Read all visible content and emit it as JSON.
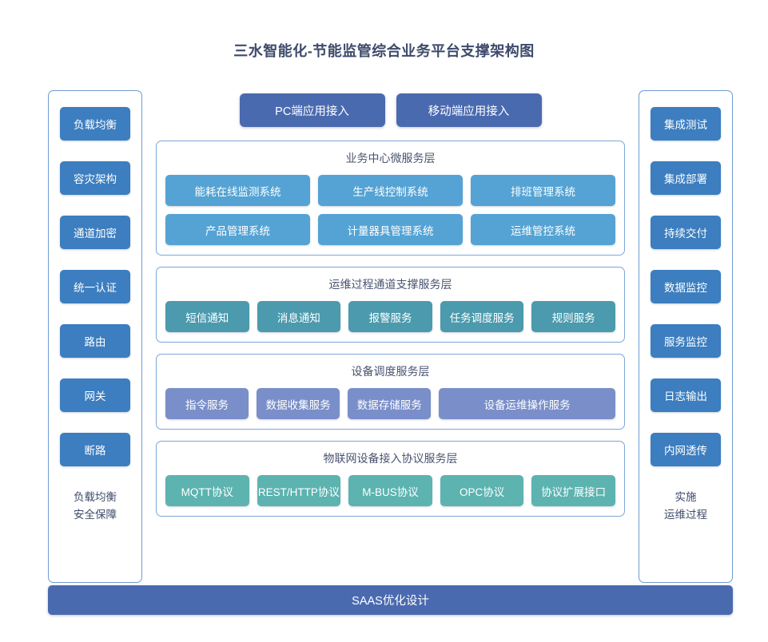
{
  "title": "三水智能化-节能监管综合业务平台支撑架构图",
  "left_column": {
    "chips": [
      {
        "label": "负载均衡"
      },
      {
        "label": "容灾架构"
      },
      {
        "label": "通道加密"
      },
      {
        "label": "统一认证"
      },
      {
        "label": "路由"
      },
      {
        "label": "网关"
      },
      {
        "label": "断路"
      }
    ],
    "caption_lines": [
      "负载均衡",
      "安全保障"
    ]
  },
  "right_column": {
    "chips": [
      {
        "label": "集成测试"
      },
      {
        "label": "集成部署"
      },
      {
        "label": "持续交付"
      },
      {
        "label": "数据监控"
      },
      {
        "label": "服务监控"
      },
      {
        "label": "日志输出"
      },
      {
        "label": "内网透传"
      }
    ],
    "caption_lines": [
      "实施",
      "运维过程"
    ]
  },
  "access_row": [
    {
      "label": "PC端应用接入"
    },
    {
      "label": "移动端应用接入"
    }
  ],
  "layers": [
    {
      "title": "业务中心微服务层",
      "rows": [
        [
          "能耗在线监测系统",
          "生产线控制系统",
          "排班管理系统"
        ],
        [
          "产品管理系统",
          "计量器具管理系统",
          "运维管控系统"
        ]
      ]
    },
    {
      "title": "运维过程通道支撑服务层",
      "rows": [
        [
          "短信通知",
          "消息通知",
          "报警服务",
          "任务调度服务",
          "规则服务"
        ]
      ]
    },
    {
      "title": "设备调度服务层",
      "rows": [
        [
          "指令服务",
          "数据收集服务",
          "数据存储服务",
          "设备运维操作服务"
        ]
      ]
    },
    {
      "title": "物联网设备接入协议服务层",
      "rows": [
        [
          "MQTT协议",
          "REST/HTTP协议",
          "M-BUS协议",
          "OPC协议",
          "协议扩展接口"
        ]
      ]
    }
  ],
  "bottom_bar": {
    "label": "SAAS优化设计"
  },
  "colors": {
    "title_text": "#3d4a6b",
    "side_chip": "#3c7ebf",
    "access_chip": "#4a6ab0",
    "layer_border": "#7ba7d7",
    "layer_title_text": "#4a5470",
    "business_chip": "#54a3d4",
    "channel_chip": "#4b9aad",
    "device_chip": "#7a8fc9",
    "iot_chip": "#5cb3b0",
    "bottom_bar": "#4a6ab0"
  }
}
